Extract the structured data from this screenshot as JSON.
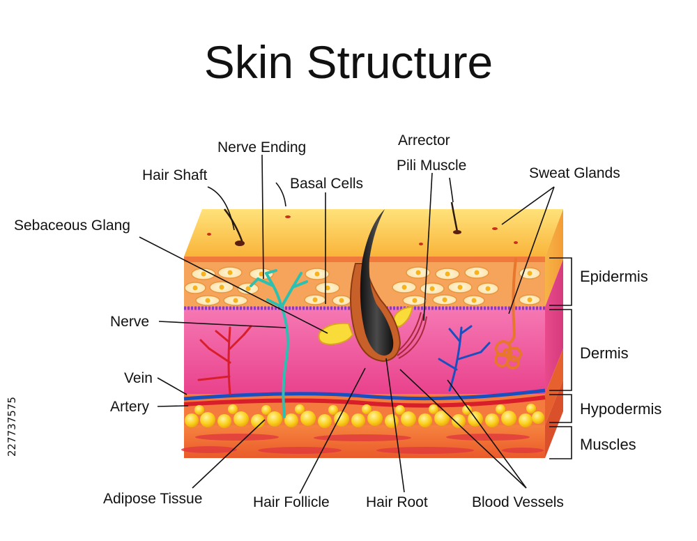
{
  "title": "Skin Structure",
  "labels": {
    "nerve_ending": "Nerve Ending",
    "hair_shaft": "Hair Shaft",
    "basal_cells": "Basal Cells",
    "arrector_1": "Arrector",
    "arrector_2": "Pili Muscle",
    "sweat_glands": "Sweat Glands",
    "sebaceous": "Sebaceous Glang",
    "nerve": "Nerve",
    "vein": "Vein",
    "artery": "Artery",
    "adipose": "Adipose Tissue",
    "hair_follicle": "Hair Follicle",
    "hair_root": "Hair Root",
    "blood_vessels": "Blood Vessels"
  },
  "layers": {
    "epidermis": "Epidermis",
    "dermis": "Dermis",
    "hypodermis": "Hypodermis",
    "muscles": "Muscles"
  },
  "watermark": "227737575",
  "colors": {
    "surface": "#fcc94a",
    "epidermis": "#f6a45c",
    "dermis": "#f05a9a",
    "vein": "#1a4fbf",
    "artery": "#d81e2a",
    "fat": "#fcc51a",
    "muscle": "#ef6a3a",
    "nerve": "#2cc0b0"
  }
}
